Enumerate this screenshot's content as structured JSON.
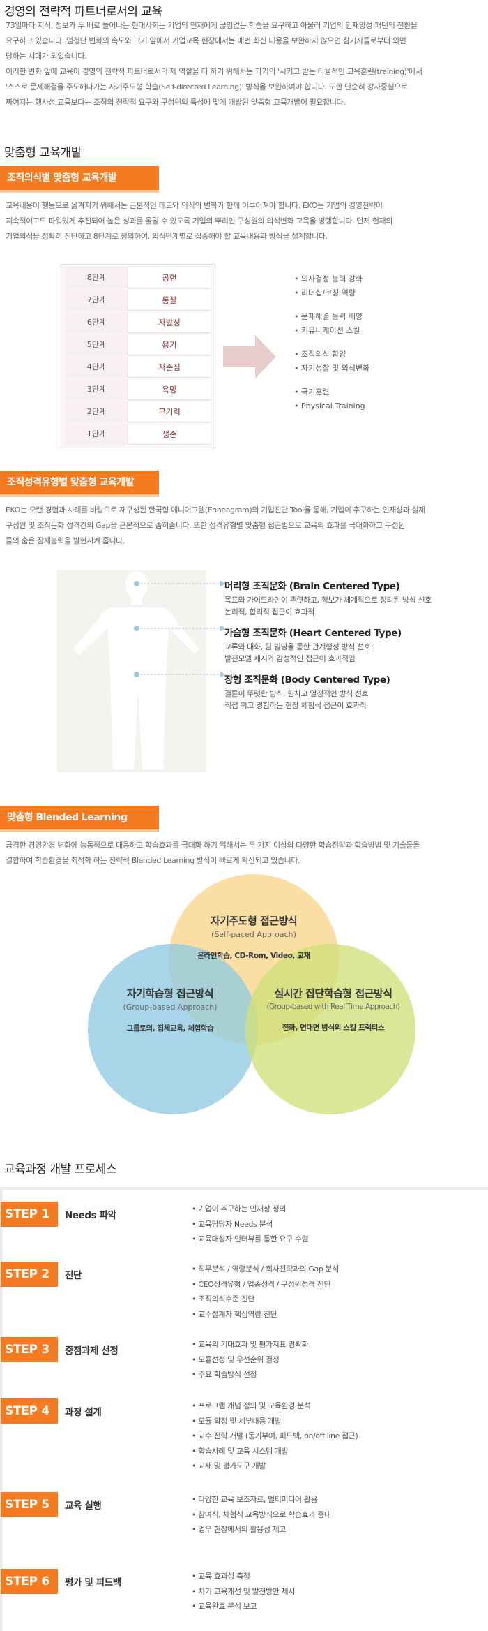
{
  "intro": {
    "title": "경영의 전략적 파트너로서의 교육",
    "lines": [
      "73일마다 지식, 정보가 두 배로 늘어나는 현대사회는 기업의 인재에게 끊임없는 학습을 요구하고 아울러 기업의 인재양성 패턴의 전환을",
      "요구하고 있습니다. 엄청난 변화의 속도와 크기 앞에서 기업교육 현장에서는 매번 최신 내용을 보완하지 않으면 참가자들로부터 외면",
      "당하는 시대가 되었습니다.",
      "이러한 변화 앞에 교육이 경영의 전략적 파트너로서의 제 역할을 다 하기 위해서는 과거의 '시키고 받는 타율적인 교육훈련(training)'에서",
      "'스스로 문제해결을 주도해나가는 자기주도형 학습(Self-directed Learning)' 방식을 보완하여야 합니다. 또한 단순히 강사중심으로",
      "짜여지는 행사성 교육보다는 조직의 전략적 요구와 구성원의 특성에 맞게 개발된 맞춤형 교육개발이 필요합니다."
    ]
  },
  "custom": {
    "title": "맞춤형 교육개발"
  },
  "section1": {
    "banner": "조직의식별 맞춤형 교육개발",
    "lines": [
      "교육내용이 행동으로 옮겨지기 위해서는 근본적인 태도와 의식의 변화가 함께 이루어져야 합니다. EKO는 기업의 경영전략이",
      "지속적이고도 파워있게 추진되어 높은 성과를 올릴 수 있도록 기업의 뿌리인 구성원의 의식변화 교육을 병행합니다. 먼저 현재의",
      "기업의식을 정확히 진단하고 8단계로 정의하여, 의식단계별로 집중해야 할 교육내용과 방식을 설계합니다."
    ],
    "stages": [
      {
        "num": "8단계",
        "value": "공헌"
      },
      {
        "num": "7단계",
        "value": "통찰"
      },
      {
        "num": "6단계",
        "value": "자발성"
      },
      {
        "num": "5단계",
        "value": "용기"
      },
      {
        "num": "4단계",
        "value": "자존심"
      },
      {
        "num": "3단계",
        "value": "욕망"
      },
      {
        "num": "2단계",
        "value": "무기력"
      },
      {
        "num": "1단계",
        "value": "생존"
      }
    ],
    "groups": [
      [
        "의사결정 능력 강화",
        "리더십/코칭 역량"
      ],
      [
        "문제해결 능력 배양",
        "커뮤니케이션 스킬"
      ],
      [
        "조직의식 함양",
        "자기성찰 및 의식변화"
      ],
      [
        "극기훈련",
        "Physical Training"
      ]
    ]
  },
  "section2": {
    "banner": "조직성격유형별 맞춤형 교육개발",
    "lines": [
      "EKO는 오랜 경험과 사례를 바탕으로 재구성된 한국형 에니어그램(Enneagram)의 기업진단 Tool을 통해, 기업이 추구하는 인재상과 실제",
      "구성원 및 조직문화 성격간의 Gap을 근본적으로 좁혀줍니다. 또한 성격유형별 맞춤형 접근법으로 교육의 효과를 극대화하고 구성원",
      "들의 숨은 잠재능력을 발현시켜 줍니다."
    ],
    "types": [
      {
        "title": "머리형 조직문화 (Brain Centered Type)",
        "desc": [
          "목표와 가이드라인이 뚜렷하고, 정보가 체계적으로 정리된 방식 선호",
          "논리적, 합리적 접근이 효과적"
        ]
      },
      {
        "title": "가슴형 조직문화 (Heart Centered Type)",
        "desc": [
          "교류와 대화, 팀 빌딩을 통한 관계형성 방식 선호",
          "발전모델 제시와 감성적인 접근이 효과적임"
        ]
      },
      {
        "title": "장형 조직문화 (Body Centered Type)",
        "desc": [
          "결론이 뚜렷한 방식, 힘차고 열정적인 방식 선호",
          "직접 뛰고 경험하는 현장 체험식 접근이 효과적"
        ]
      }
    ]
  },
  "section3": {
    "banner": "맞춤형 Blended Learning",
    "lines": [
      "급격한 경영환경 변화에 능동적으로 대응하고 학습효과를 극대화 하기 위해서는 두 가지 이상의 다양한 학습전략과 학습방법 및 기술들을",
      "결합하여 학습환경을 최적화 하는 전략적 Blended Learning 방식이 빠르게 확산되고 있습니다."
    ],
    "circles": [
      {
        "title": "자기주도형 접근방식",
        "sub": "(Self-paced Approach)",
        "desc": "온라인학습, CD-Rom, Video, 교재",
        "color": "#f9d78f"
      },
      {
        "title": "자기학습형 접근방식",
        "sub": "(Group-based Approach)",
        "desc": "그룹토의, 집체교육, 체험학습",
        "color": "#8fcbe2"
      },
      {
        "title": "실시간 집단학습형 접근방식",
        "sub": "(Group-based with Real Time Approach)",
        "desc": "전화, 면대면 방식의 스킬 프랙티스",
        "color": "#cfe07a"
      }
    ]
  },
  "process": {
    "title": "교육과정 개발 프로세스",
    "steps": [
      {
        "badge": "STEP 1",
        "name": "Needs 파악",
        "items": [
          "기업이 추구하는 인재상 정의",
          "교육담당자 Needs 분석",
          "교육대상자 인터뷰를 통한 요구 수렴"
        ]
      },
      {
        "badge": "STEP 2",
        "name": "진단",
        "items": [
          "직무분석 / 역량분석 / 회사전략과의 Gap 분석",
          "CEO성격유형 / 업종성격 / 구성원성격 진단",
          "조직의식수준 진단",
          "교수설계자 핵심역량 진단"
        ]
      },
      {
        "badge": "STEP 3",
        "name": "중점과제 선정",
        "items": [
          "교육의 기대효과 및 평가지표 명확화",
          "모듈선정 및 우선순위 결정",
          "주요 학습방식 선정"
        ]
      },
      {
        "badge": "STEP 4",
        "name": "과정 설계",
        "items": [
          "프로그램 개념 정의 및 교육환경 분석",
          "모듈 확정 및 세부내용 개발",
          "교수 전략 개발 (동기부여, 피드백, on/off line 접근)",
          "학습사례 및 교육 시스템 개발",
          "교재 및 평가도구 개발"
        ]
      },
      {
        "badge": "STEP 5",
        "name": "교육 실행",
        "items": [
          "다양한 교육 보조자료, 멀티미디어 활용",
          "참여식, 체험식 교육방식으로 학습효과 증대",
          "업무 현장에서의 활용성 제고"
        ]
      },
      {
        "badge": "STEP 6",
        "name": "평가 및 피드백",
        "items": [
          "교육 효과성 측정",
          "차기 교육개선 및 발전방안 제시",
          "교육완료 분석 보고"
        ]
      }
    ]
  },
  "colors": {
    "accent": "#f47b20",
    "stage_text": "#8b2f2f"
  }
}
